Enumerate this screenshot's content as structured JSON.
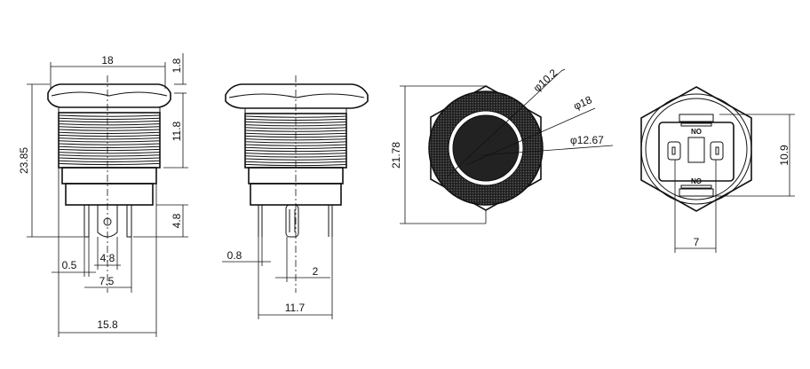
{
  "dimensions": {
    "front": {
      "width_top": "18",
      "flange_thickness": "1.8",
      "thread_length": "11.8",
      "total_height": "23.85",
      "pin_length": "4.8",
      "pin_thickness": "0.5",
      "pin_spacing_inner": "4.8",
      "pin_spacing_outer": "7.5",
      "body_width": "15.8"
    },
    "side": {
      "pin_width": "0.8",
      "pin_offset": "2",
      "width": "11.7"
    },
    "top": {
      "hex_height": "21.78",
      "ring_diameter": "φ10.2",
      "bezel_diameter": "φ18",
      "button_diameter": "φ12.67"
    },
    "bottom": {
      "terminal_height": "10.9",
      "terminal_spacing": "7",
      "label_no_top": "NO",
      "label_no_bottom": "NO"
    }
  }
}
